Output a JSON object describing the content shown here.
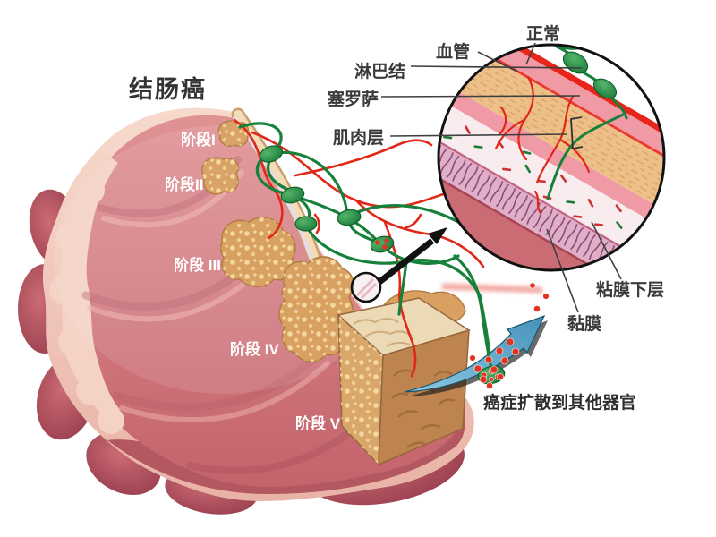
{
  "title": "结肠癌",
  "stages": [
    {
      "label": "阶段I"
    },
    {
      "label": "阶段II"
    },
    {
      "label": "阶段 III"
    },
    {
      "label": "阶段 IV"
    },
    {
      "label": "阶段 V"
    }
  ],
  "inset": {
    "labels": {
      "normal": "正常",
      "blood_vessel": "血管",
      "lymph_node": "淋巴结",
      "serosa": "塞罗萨",
      "muscle_layer": "肌肉层",
      "submucosa": "粘膜下层",
      "mucosa": "黏膜"
    }
  },
  "annotations": {
    "spread": "癌症扩散到其他器官"
  },
  "colors": {
    "lymph_green": "#17803a",
    "vessel_red": "#e02718",
    "colon_rose": "#d3767d",
    "colon_pale": "#f4d2c6",
    "tumor_tan": "#d9a76a",
    "arrow_blue": "#5aa7cc",
    "label_dark": "#3a3a3a",
    "stage_label": "#ffffff"
  }
}
